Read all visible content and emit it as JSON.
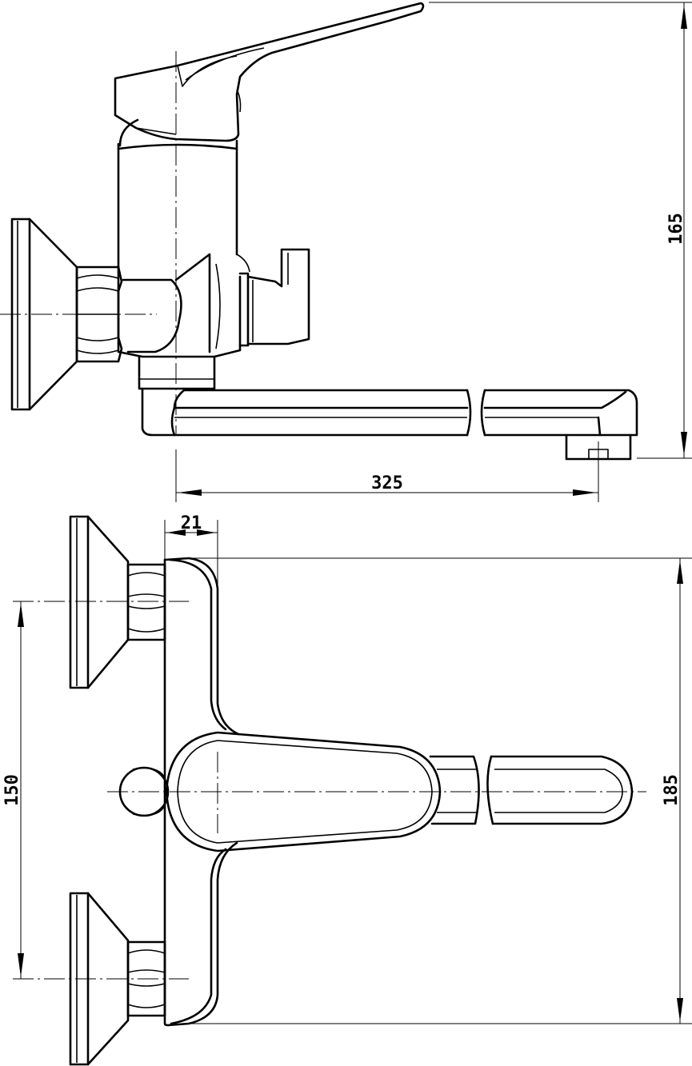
{
  "dimensions": {
    "side_height": "165",
    "side_spout_reach": "325",
    "top_body_offset": "21",
    "top_inlet_spacing": "150",
    "top_height": "185"
  }
}
